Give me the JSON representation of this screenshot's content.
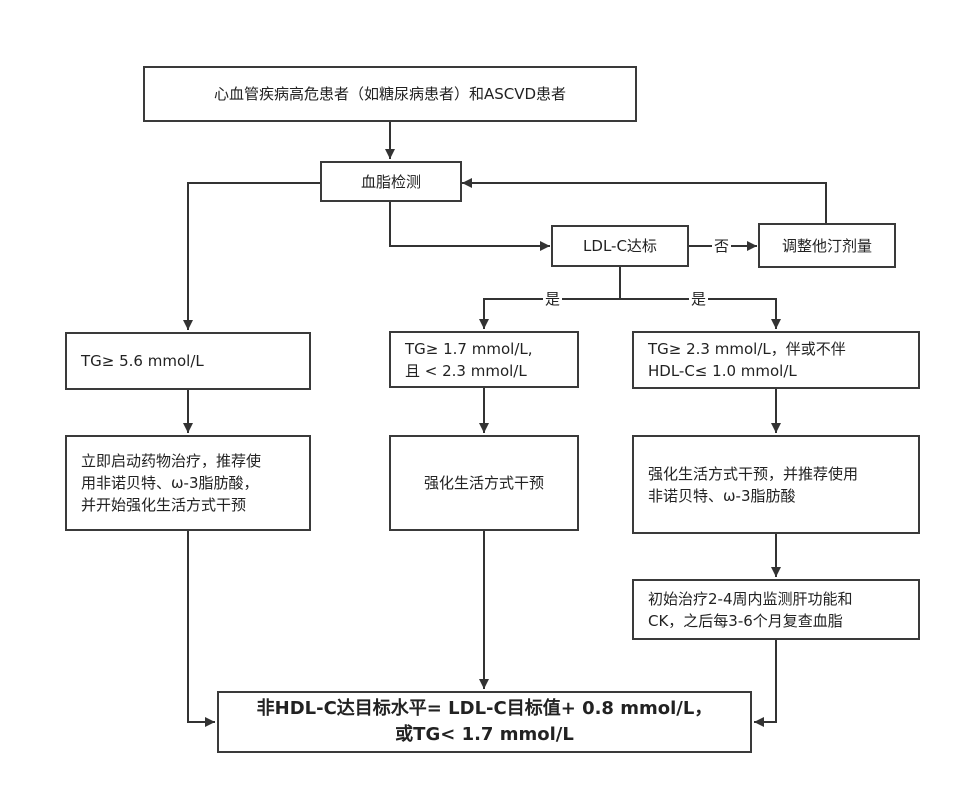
{
  "nodes": {
    "start": "心血管疾病高危患者（如糖尿病患者）和ASCVD患者",
    "lipid_test": "血脂检测",
    "ldl_target": "LDL-C达标",
    "adjust_statin": "调整他汀剂量",
    "tg_high": "TG≥  5.6 mmol/L",
    "tg_mid": [
      "TG≥  1.7 mmol/L,",
      "且 < 2.3 mmol/L"
    ],
    "tg_elev": [
      "TG≥  2.3 mmol/L，伴或不伴",
      "HDL-C≤  1.0 mmol/L"
    ],
    "drug_immediate": [
      "立即启动药物治疗，推荐使",
      "用非诺贝特、ω-3脂肪酸，",
      "并开始强化生活方式干预"
    ],
    "lifestyle": "强化生活方式干预",
    "lifestyle_drug": [
      "强化生活方式干预，并推荐使用",
      "非诺贝特、ω-3脂肪酸"
    ],
    "monitor": [
      "初始治疗2-4周内监测肝功能和",
      "CK，之后每3-6个月复查血脂"
    ],
    "goal": [
      "非HDL-C达目标水平= LDL-C目标值+ 0.8 mmol/L，",
      "或TG< 1.7 mmol/L"
    ]
  },
  "edge_labels": {
    "no": "否",
    "yes_left": "是",
    "yes_right": "是"
  }
}
